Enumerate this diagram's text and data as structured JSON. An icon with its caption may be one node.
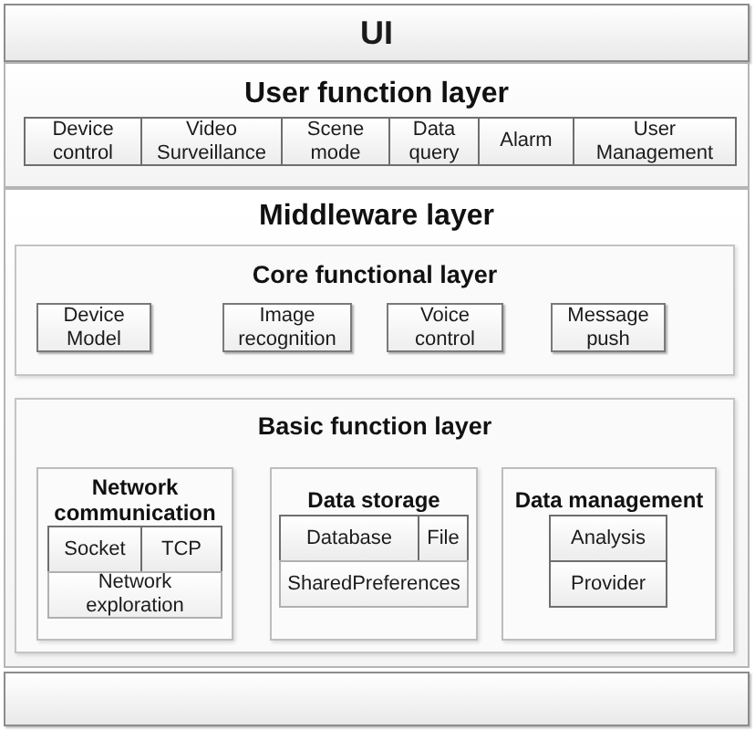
{
  "diagram": {
    "nodes": [
      {
        "text": [
          "UI"
        ]
      },
      {
        "text": [
          "User function layer"
        ]
      },
      {
        "text": [
          "Device control"
        ],
        "in": 1
      },
      {
        "text": [
          "Video Surveillance"
        ],
        "in": 1
      },
      {
        "text": [
          "Scene mode"
        ],
        "in": 1
      },
      {
        "text": [
          "Data query"
        ],
        "in": 1
      },
      {
        "text": [
          "Alarm"
        ],
        "in": 1
      },
      {
        "text": [
          "User Management"
        ],
        "in": 1
      },
      {
        "text": [
          "Middleware layer"
        ]
      },
      {
        "text": [
          "Core functional layer"
        ],
        "in": 8
      },
      {
        "text": [
          "Device Model"
        ],
        "in": 9
      },
      {
        "text": [
          "Image recognition"
        ],
        "in": 9
      },
      {
        "text": [
          "Voice control"
        ],
        "in": 9
      },
      {
        "text": [
          "Message push"
        ],
        "in": 9
      },
      {
        "text": [
          "Basic function layer"
        ],
        "in": 8
      },
      {
        "text": [
          "Network communication"
        ],
        "in": 14
      },
      {
        "text": [
          "Socket"
        ],
        "in": 15
      },
      {
        "text": [
          "TCP"
        ],
        "in": 15
      },
      {
        "text": [
          "Network exploration"
        ],
        "in": 15
      },
      {
        "text": [
          "Data storage"
        ],
        "in": 14
      },
      {
        "text": [
          "Database"
        ],
        "in": 19
      },
      {
        "text": [
          "File"
        ],
        "in": 19
      },
      {
        "text": [
          "SharedPreferences"
        ],
        "in": 19
      },
      {
        "text": [
          "Data management"
        ],
        "in": 14
      },
      {
        "text": [
          "Analysis"
        ],
        "in": 23
      },
      {
        "text": [
          "Provider"
        ],
        "in": 23
      },
      {
        "text": [],
        "shape": "box"
      }
    ]
  }
}
